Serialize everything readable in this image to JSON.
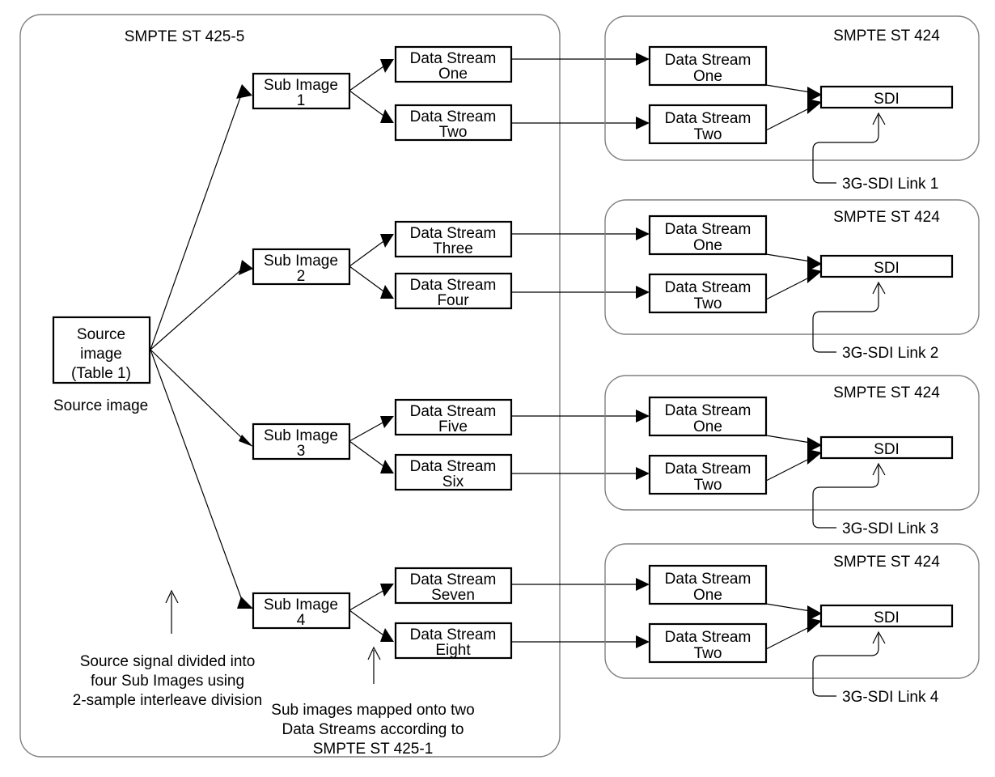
{
  "diagram": {
    "title_left_group": "SMPTE ST 425-5",
    "source": {
      "box_lines": [
        "Source",
        "image",
        "(Table 1)"
      ],
      "caption": "Source image"
    },
    "sub_images": [
      {
        "line1": "Sub Image",
        "line2": "1"
      },
      {
        "line1": "Sub Image",
        "line2": "2"
      },
      {
        "line1": "Sub Image",
        "line2": "3"
      },
      {
        "line1": "Sub Image",
        "line2": "4"
      }
    ],
    "left_data_streams": [
      {
        "line1": "Data Stream",
        "line2": "One"
      },
      {
        "line1": "Data Stream",
        "line2": "Two"
      },
      {
        "line1": "Data Stream",
        "line2": "Three"
      },
      {
        "line1": "Data Stream",
        "line2": "Four"
      },
      {
        "line1": "Data Stream",
        "line2": "Five"
      },
      {
        "line1": "Data Stream",
        "line2": "Six"
      },
      {
        "line1": "Data Stream",
        "line2": "Seven"
      },
      {
        "line1": "Data Stream",
        "line2": "Eight"
      }
    ],
    "right_groups": [
      {
        "title": "SMPTE ST 424",
        "stream_one": {
          "line1": "Data Stream",
          "line2": "One"
        },
        "stream_two": {
          "line1": "Data Stream",
          "line2": "Two"
        },
        "sdi": "SDI",
        "link_label": "3G-SDI Link 1"
      },
      {
        "title": "SMPTE ST 424",
        "stream_one": {
          "line1": "Data Stream",
          "line2": "One"
        },
        "stream_two": {
          "line1": "Data Stream",
          "line2": "Two"
        },
        "sdi": "SDI",
        "link_label": "3G-SDI Link 2"
      },
      {
        "title": "SMPTE ST 424",
        "stream_one": {
          "line1": "Data Stream",
          "line2": "One"
        },
        "stream_two": {
          "line1": "Data Stream",
          "line2": "Two"
        },
        "sdi": "SDI",
        "link_label": "3G-SDI Link 3"
      },
      {
        "title": "SMPTE ST 424",
        "stream_one": {
          "line1": "Data Stream",
          "line2": "One"
        },
        "stream_two": {
          "line1": "Data Stream",
          "line2": "Two"
        },
        "sdi": "SDI",
        "link_label": "3G-SDI Link 4"
      }
    ],
    "annotations": {
      "divide": [
        "Source signal divided into",
        "four Sub Images using",
        "2-sample interleave division"
      ],
      "mapping": [
        "Sub images mapped onto two",
        "Data Streams according to",
        "SMPTE ST 425-1"
      ]
    },
    "colors": {
      "stroke": "#000000",
      "group_outline": "#808080",
      "background": "#ffffff"
    }
  }
}
